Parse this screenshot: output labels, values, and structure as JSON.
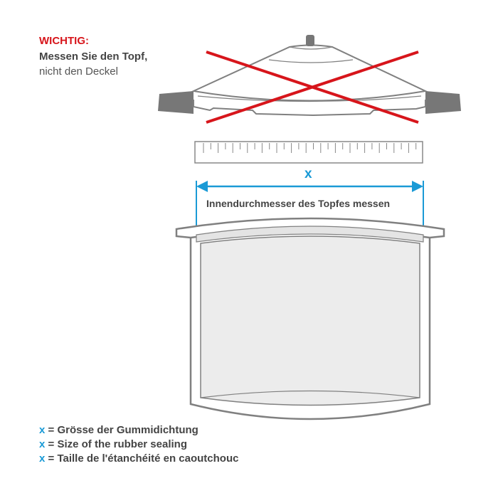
{
  "warning": {
    "title": "WICHTIG:",
    "line1": "Messen Sie den Topf,",
    "line2": "nicht den Deckel"
  },
  "measurement": {
    "symbol": "x",
    "label": "Innendurchmesser des Topfes messen"
  },
  "legend": [
    {
      "symbol": "x",
      "text": "= Grösse der Gummidichtung"
    },
    {
      "symbol": "x",
      "text": "= Size of the rubber sealing"
    },
    {
      "symbol": "x",
      "text": "= Taille de l'étanchéité en caoutchouc"
    }
  ],
  "colors": {
    "warning": "#d7151b",
    "accent": "#1a9ad6",
    "outline": "#7a7a7a"
  }
}
